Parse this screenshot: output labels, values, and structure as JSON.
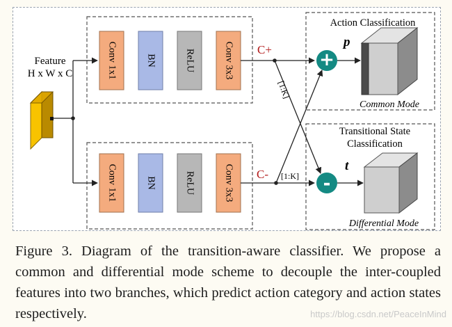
{
  "figure": {
    "feature_label_line1": "Feature",
    "feature_label_line2": "H x W x C",
    "branches": [
      {
        "blocks": [
          "Conv 1x1",
          "BN",
          "ReLU",
          "Conv 3x3"
        ],
        "output_label": "C+"
      },
      {
        "blocks": [
          "Conv 1x1",
          "BN",
          "ReLU",
          "Conv 3x3"
        ],
        "output_label": "C-"
      }
    ],
    "cross_label_1": "[1:K]",
    "cross_label_2": "[1:K]",
    "plus_symbol": "+",
    "minus_symbol": "-",
    "output_p": "p",
    "output_t": "t",
    "action_title": "Action Classification",
    "action_mode": "Common Mode",
    "transition_title_line1": "Transitional State",
    "transition_title_line2": "Classification",
    "transition_mode": "Differential Mode",
    "colors": {
      "conv": "#f4ab7e",
      "bn": "#a9b9e6",
      "relu": "#b7b7b7",
      "feature_front": "#f8c300",
      "feature_side": "#b98a00",
      "circle": "#148a83",
      "label_red": "#b31b1b"
    }
  },
  "caption": "Figure 3. Diagram of the transition-aware classifier. We propose a common and differential mode scheme to decouple the inter-coupled features into two branches, which predict action category and action states respectively.",
  "watermark": "https://blog.csdn.net/PeaceInMind"
}
